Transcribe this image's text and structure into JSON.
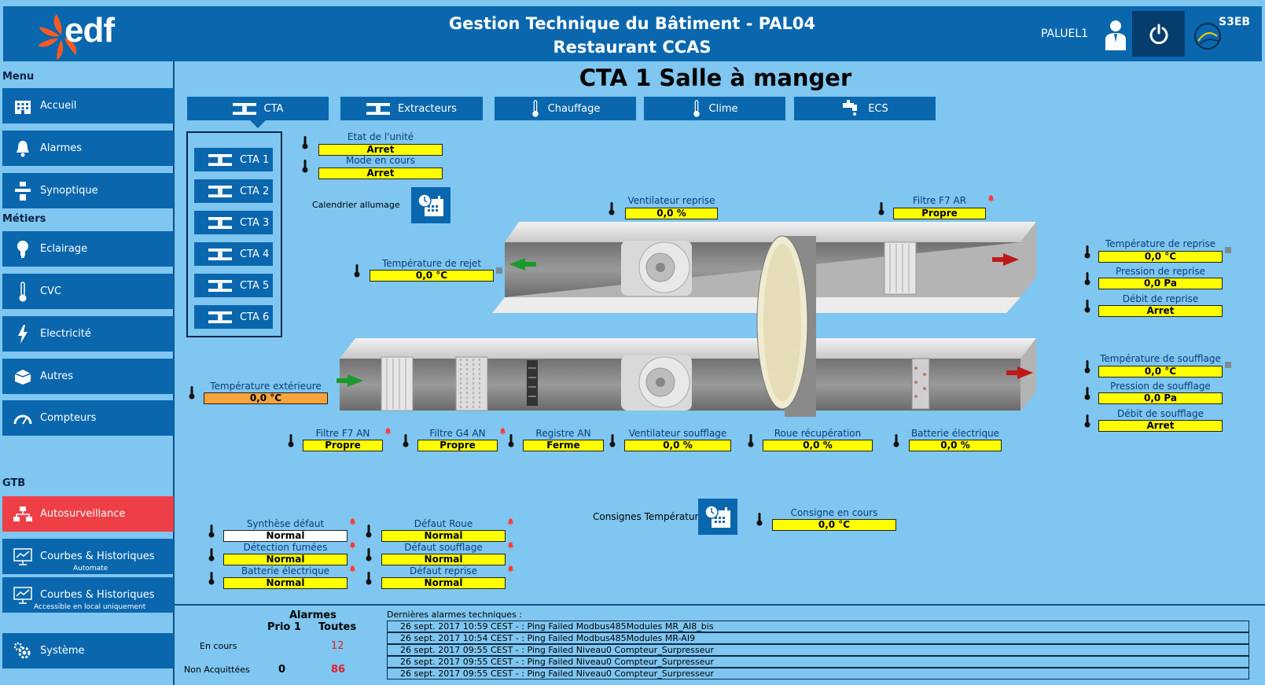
{
  "header": {
    "logo_text": "edf",
    "title_line1": "Gestion Technique du Bâtiment - PAL04",
    "title_line2": "Restaurant CCAS",
    "user": "PALUEL1",
    "brand_right": "S3EB"
  },
  "sidebar": {
    "menu_label": "Menu",
    "metiers_label": "Métiers",
    "gtb_label": "GTB",
    "items": [
      {
        "label": "Accueil",
        "icon": "building-icon"
      },
      {
        "label": "Alarmes",
        "icon": "bell-icon"
      },
      {
        "label": "Synoptique",
        "icon": "synoptic-icon"
      },
      {
        "label": "Eclairage",
        "icon": "bulb-icon"
      },
      {
        "label": "CVC",
        "icon": "thermometer-icon"
      },
      {
        "label": "Electricité",
        "icon": "lightning-icon"
      },
      {
        "label": "Autres",
        "icon": "box-icon"
      },
      {
        "label": "Compteurs",
        "icon": "gauge-icon"
      },
      {
        "label": "Autosurveillance",
        "icon": "network-icon"
      },
      {
        "label": "Courbes & Historiques",
        "sub": "Automate",
        "icon": "chart-icon"
      },
      {
        "label": "Courbes & Historiques",
        "sub": "Accessible en local uniquement",
        "icon": "chart-icon"
      },
      {
        "label": "Système",
        "icon": "gears-icon"
      }
    ]
  },
  "page": {
    "title": "CTA 1 Salle à manger",
    "tabs": [
      "CTA",
      "Extracteurs",
      "Chauffage",
      "Clime",
      "ECS"
    ],
    "cta_buttons": [
      "CTA 1",
      "CTA 2",
      "CTA 3",
      "CTA 4",
      "CTA 5",
      "CTA 6"
    ],
    "calendar_label": "Calendrier allumage",
    "consignes_label": "Consignes Température"
  },
  "points": {
    "etat_unite": {
      "label": "Etat de l'unité",
      "value": "Arret"
    },
    "mode_en_cours": {
      "label": "Mode en cours",
      "value": "Arret"
    },
    "ventilateur_reprise": {
      "label": "Ventilateur reprise",
      "value": "0,0 %"
    },
    "filtre_f7_ar": {
      "label": "Filtre F7 AR",
      "value": "Propre"
    },
    "temp_rejet": {
      "label": "Température de rejet",
      "value": "0,0 °C"
    },
    "temp_reprise": {
      "label": "Température de reprise",
      "value": "0,0 °C"
    },
    "pression_reprise": {
      "label": "Pression de reprise",
      "value": "0,0 Pa"
    },
    "debit_reprise": {
      "label": "Débit de reprise",
      "value": "Arret"
    },
    "temp_soufflage": {
      "label": "Température de soufflage",
      "value": "0,0 °C"
    },
    "pression_soufflage": {
      "label": "Pression de soufflage",
      "value": "0,0 Pa"
    },
    "debit_soufflage": {
      "label": "Débit de soufflage",
      "value": "Arret"
    },
    "temp_exterieure": {
      "label": "Température extérieure",
      "value": "0,0 °C"
    },
    "filtre_f7_an": {
      "label": "Filtre F7 AN",
      "value": "Propre"
    },
    "filtre_g4_an": {
      "label": "Filtre G4 AN",
      "value": "Propre"
    },
    "registre_an": {
      "label": "Registre AN",
      "value": "Ferme"
    },
    "ventilateur_soufflage": {
      "label": "Ventilateur soufflage",
      "value": "0,0 %"
    },
    "roue_recuperation": {
      "label": "Roue récupération",
      "value": "0,0 %"
    },
    "batterie_electrique_top": {
      "label": "Batterie électrique",
      "value": "0,0 %"
    },
    "synthese_defaut": {
      "label": "Synthèse défaut",
      "value": "Normal"
    },
    "detection_fumees": {
      "label": "Détection fumées",
      "value": "Normal"
    },
    "batterie_electrique": {
      "label": "Batterie électrique",
      "value": "Normal"
    },
    "defaut_roue": {
      "label": "Défaut Roue",
      "value": "Normal"
    },
    "defaut_soufflage": {
      "label": "Défaut soufflage",
      "value": "Normal"
    },
    "defaut_reprise": {
      "label": "Défaut reprise",
      "value": "Normal"
    },
    "consigne_en_cours": {
      "label": "Consigne en cours",
      "value": "0,0 °C"
    }
  },
  "alarms_summary": {
    "title": "Alarmes",
    "col_prio": "Prio 1",
    "col_toutes": "Toutes",
    "row_en_cours": "En cours",
    "row_non_acq": "Non Acquittées",
    "en_cours_prio": "",
    "en_cours_toutes": "12",
    "non_acq_prio": "0",
    "non_acq_toutes": "86",
    "alert_color": "#e0202a"
  },
  "last_alarms": {
    "title": "Dernières alarmes techniques :",
    "rows": [
      "26 sept. 2017 10:59 CEST -  : Ping Failed Modbus485Modules MR_AI8_bis",
      "26 sept. 2017 10:54 CEST -  : Ping Failed Modbus485Modules MR-AI9",
      "26 sept. 2017 09:55 CEST -  : Ping Failed Niveau0 Compteur_Surpresseur",
      "26 sept. 2017 09:55 CEST -  : Ping Failed Niveau0 Compteur_Surpresseur",
      "26 sept. 2017 09:55 CEST -  : Ping Failed Niveau0 Compteur_Surpresseur"
    ]
  },
  "colors": {
    "primary": "#0a67ae",
    "active": "#ee3f46",
    "background": "#7fc6f0",
    "value_bg": "#ffff00"
  }
}
